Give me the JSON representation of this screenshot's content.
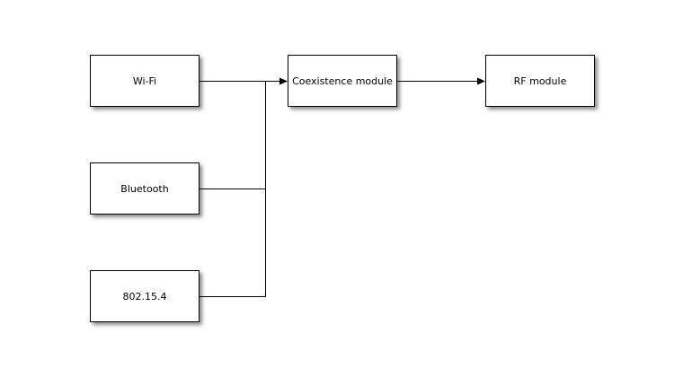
{
  "diagram": {
    "background_color": "#ffffff",
    "wire_color": "#000000",
    "node_fill_color": "#ffffff",
    "node_border_color": "#000000",
    "nodes": [
      {
        "id": "wifi",
        "label": "Wi-Fi"
      },
      {
        "id": "bluetooth",
        "label": "Bluetooth"
      },
      {
        "id": "zigbee",
        "label": "802.15.4"
      },
      {
        "id": "coexistence",
        "label": "Coexistence module"
      },
      {
        "id": "rf",
        "label": "RF module"
      }
    ],
    "edges": [
      {
        "from": "Wi-Fi",
        "to": "Coexistence module"
      },
      {
        "from": "Bluetooth",
        "to": "Coexistence module"
      },
      {
        "from": "802.15.4",
        "to": "Coexistence module"
      },
      {
        "from": "Coexistence module",
        "to": "RF module"
      }
    ]
  }
}
